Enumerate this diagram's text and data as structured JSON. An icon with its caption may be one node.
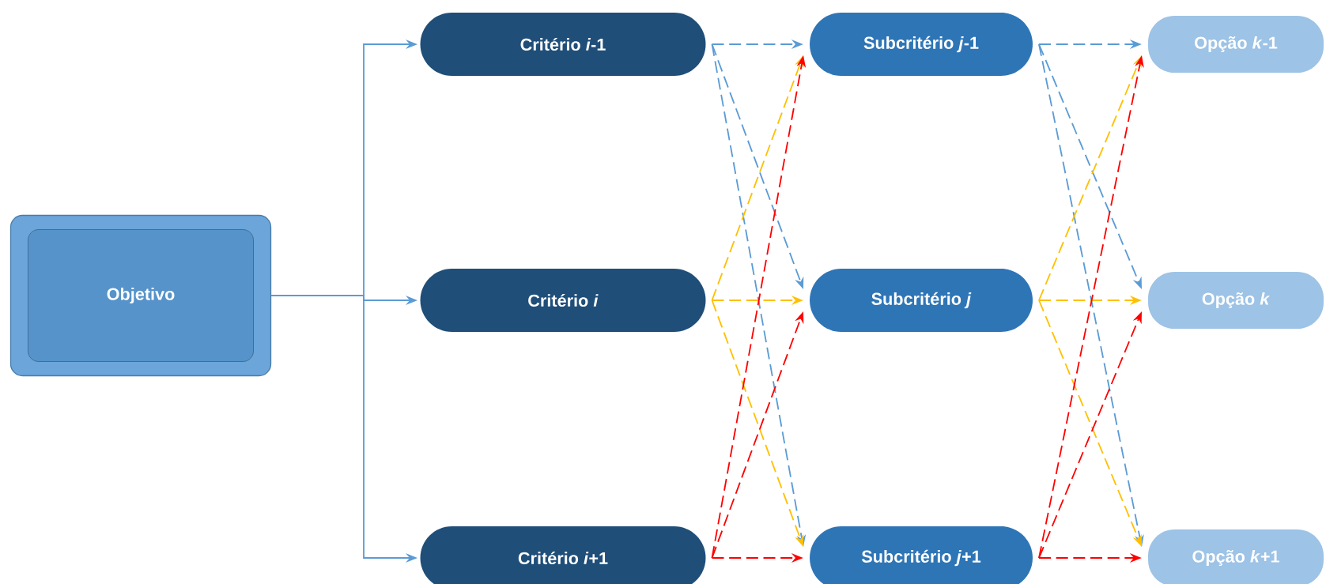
{
  "diagram": {
    "nodes": [
      {
        "text": [
          "Objetivo"
        ]
      },
      {
        "text": [
          "Critério *i*-1"
        ]
      },
      {
        "text": [
          "Critério *i*"
        ]
      },
      {
        "text": [
          "Critério *i*+1"
        ]
      },
      {
        "text": [
          "Subcritério *j*-1"
        ]
      },
      {
        "text": [
          "Subcritério *j*"
        ]
      },
      {
        "text": [
          "Subcritério *j*+1"
        ]
      },
      {
        "text": [
          "Opção *k*-1"
        ]
      },
      {
        "text": [
          "Opção *k*"
        ]
      },
      {
        "text": [
          "Opção *k*+1"
        ]
      }
    ],
    "edges": [
      {
        "from": 0,
        "to": 1,
        "arrow": "to"
      },
      {
        "from": 0,
        "to": 2,
        "arrow": "to"
      },
      {
        "from": 0,
        "to": 3,
        "arrow": "to"
      },
      {
        "from": 1,
        "to": 4,
        "arrow": "to",
        "style": "dashed"
      },
      {
        "from": 1,
        "to": 5,
        "arrow": "to",
        "style": "dashed"
      },
      {
        "from": 1,
        "to": 6,
        "arrow": "to",
        "style": "dashed"
      },
      {
        "from": 2,
        "to": 4,
        "arrow": "to",
        "style": "dashed",
        "color": "#ffc000"
      },
      {
        "from": 2,
        "to": 5,
        "arrow": "to",
        "style": "dashed",
        "color": "#ffc000"
      },
      {
        "from": 2,
        "to": 6,
        "arrow": "to",
        "style": "dashed",
        "color": "#ffc000"
      },
      {
        "from": 3,
        "to": 4,
        "arrow": "to",
        "style": "dashed",
        "color": "#ff0000"
      },
      {
        "from": 3,
        "to": 5,
        "arrow": "to",
        "style": "dashed",
        "color": "#ff0000"
      },
      {
        "from": 3,
        "to": 6,
        "arrow": "to",
        "style": "dashed",
        "color": "#ff0000"
      },
      {
        "from": 4,
        "to": 7,
        "arrow": "to",
        "style": "dashed"
      },
      {
        "from": 4,
        "to": 8,
        "arrow": "to",
        "style": "dashed"
      },
      {
        "from": 4,
        "to": 9,
        "arrow": "to",
        "style": "dashed"
      },
      {
        "from": 5,
        "to": 7,
        "arrow": "to",
        "style": "dashed",
        "color": "#ffc000"
      },
      {
        "from": 5,
        "to": 8,
        "arrow": "to",
        "style": "dashed",
        "color": "#ffc000"
      },
      {
        "from": 5,
        "to": 9,
        "arrow": "to",
        "style": "dashed",
        "color": "#ffc000"
      },
      {
        "from": 6,
        "to": 7,
        "arrow": "to",
        "style": "dashed",
        "color": "#ff0000"
      },
      {
        "from": 6,
        "to": 8,
        "arrow": "to",
        "style": "dashed",
        "color": "#ff0000"
      },
      {
        "from": 6,
        "to": 9,
        "arrow": "to",
        "style": "dashed",
        "color": "#ff0000"
      }
    ]
  }
}
